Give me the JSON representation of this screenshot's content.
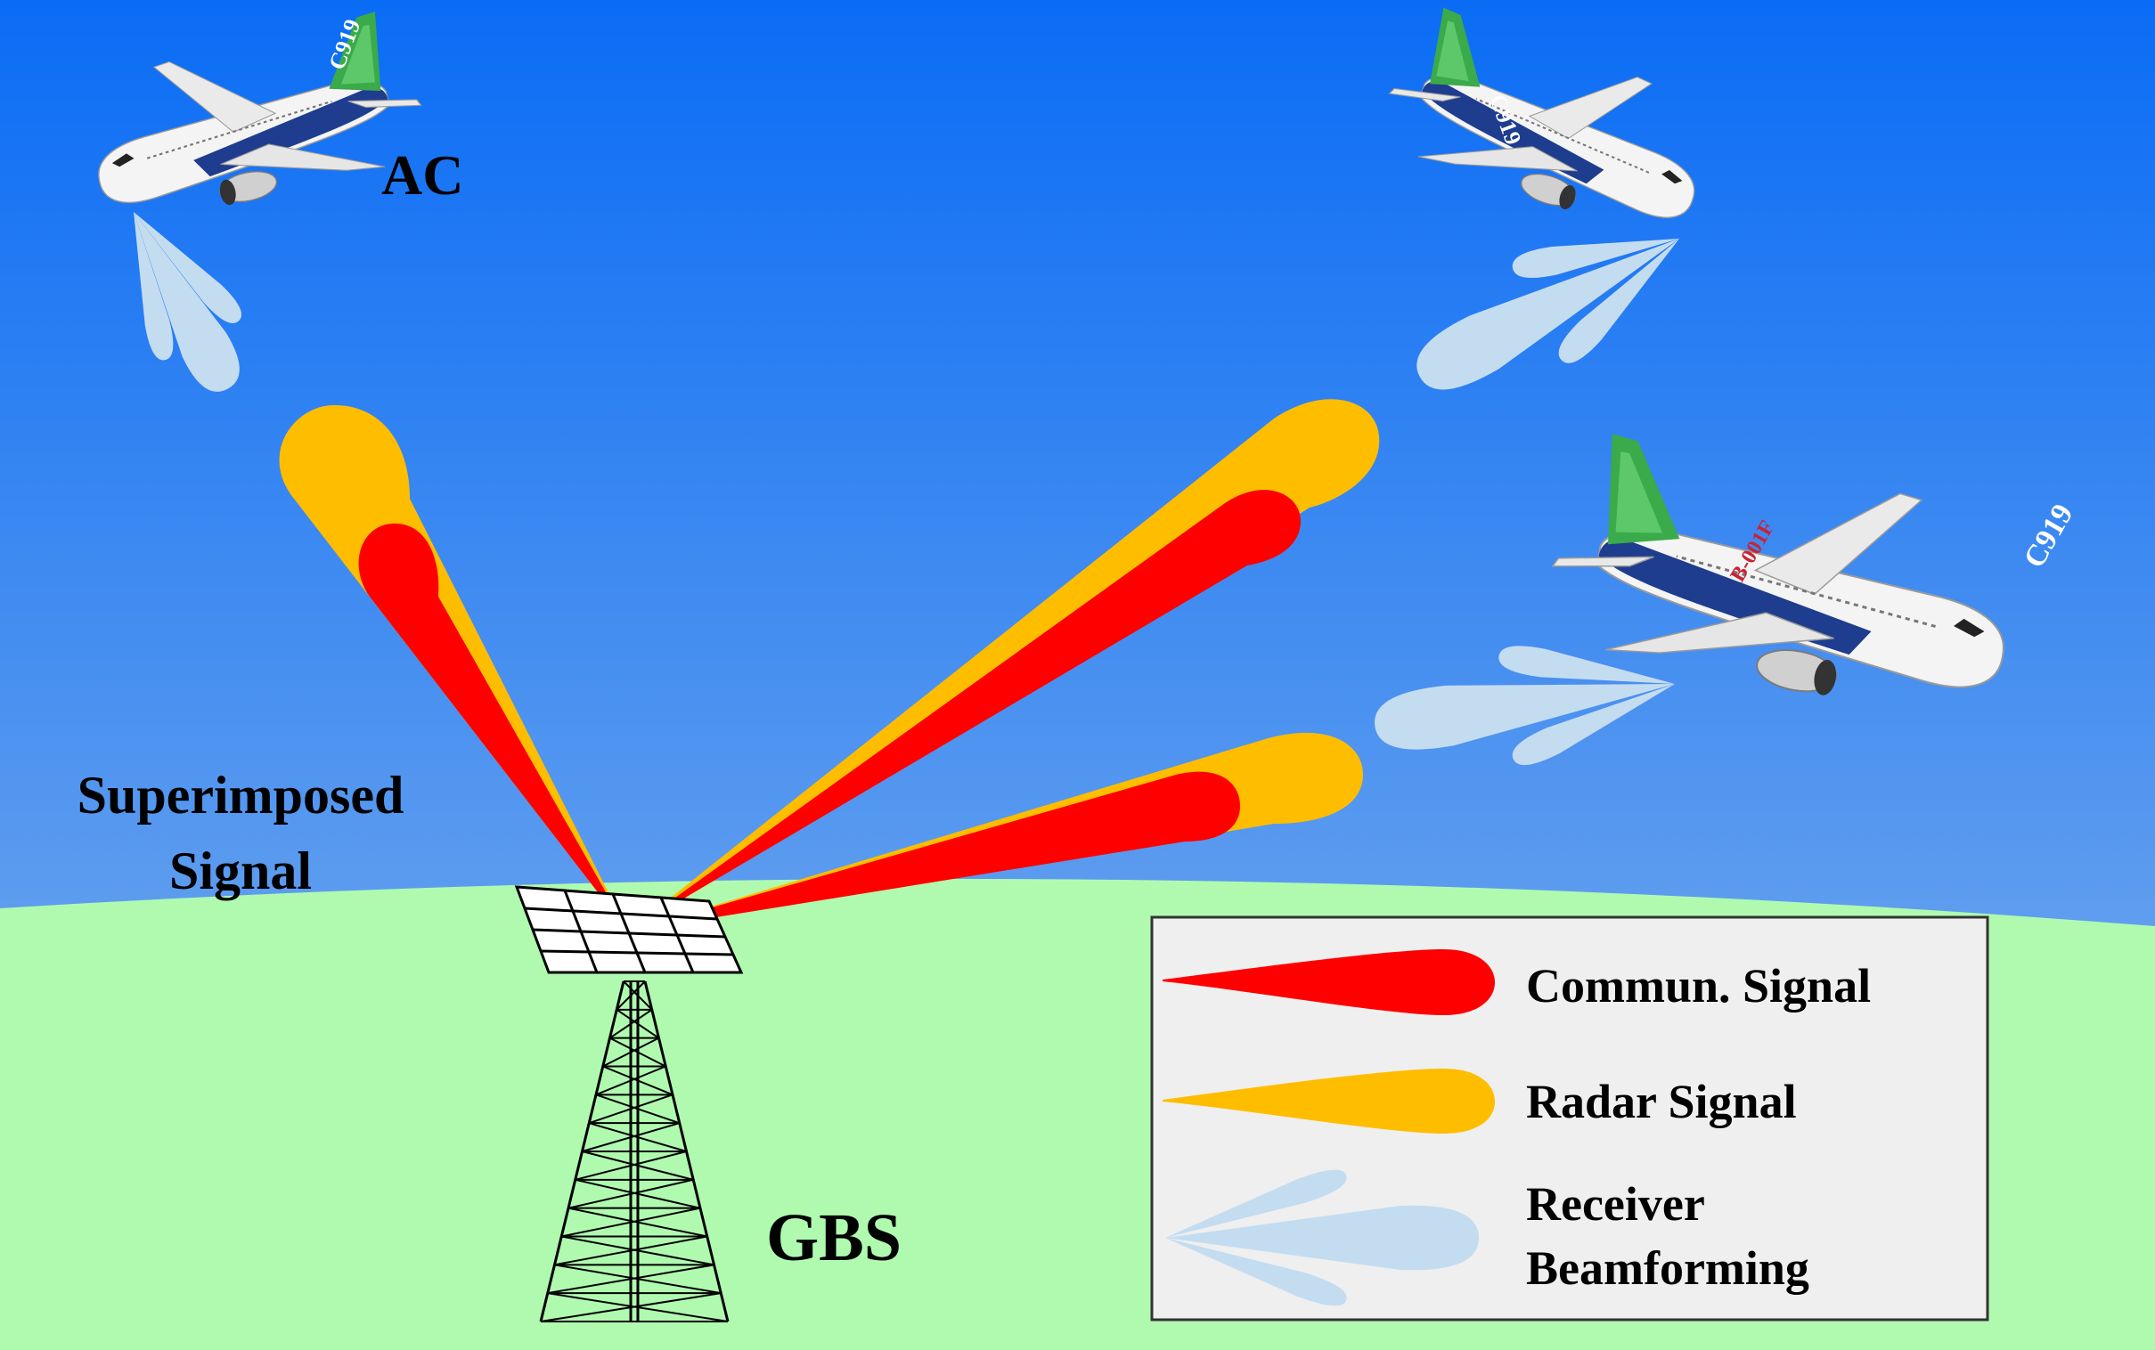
{
  "labels": {
    "aircraft": "AC",
    "superimposed_line1": "Superimposed",
    "superimposed_line2": "Signal",
    "station": "GBS"
  },
  "aircraft_text": {
    "tail": "C919",
    "reg": "B-001F"
  },
  "legend": {
    "commun": "Commun. Signal",
    "radar": "Radar Signal",
    "receiver_line1": "Receiver",
    "receiver_line2": "Beamforming"
  },
  "colors": {
    "sky_top": "#0a6cf5",
    "sky_bottom": "#86b4ec",
    "ground": "#b0fab0",
    "commun": "#ff0000",
    "radar": "#ffbd00",
    "receiver": "#c4dcf0",
    "legend_bg": "#efefef",
    "fuselage_blue": "#1e3d8e",
    "tail_green": "#3aaa4a"
  },
  "icons": [
    "airplane-icon",
    "antenna-array-icon",
    "lattice-tower-icon"
  ]
}
